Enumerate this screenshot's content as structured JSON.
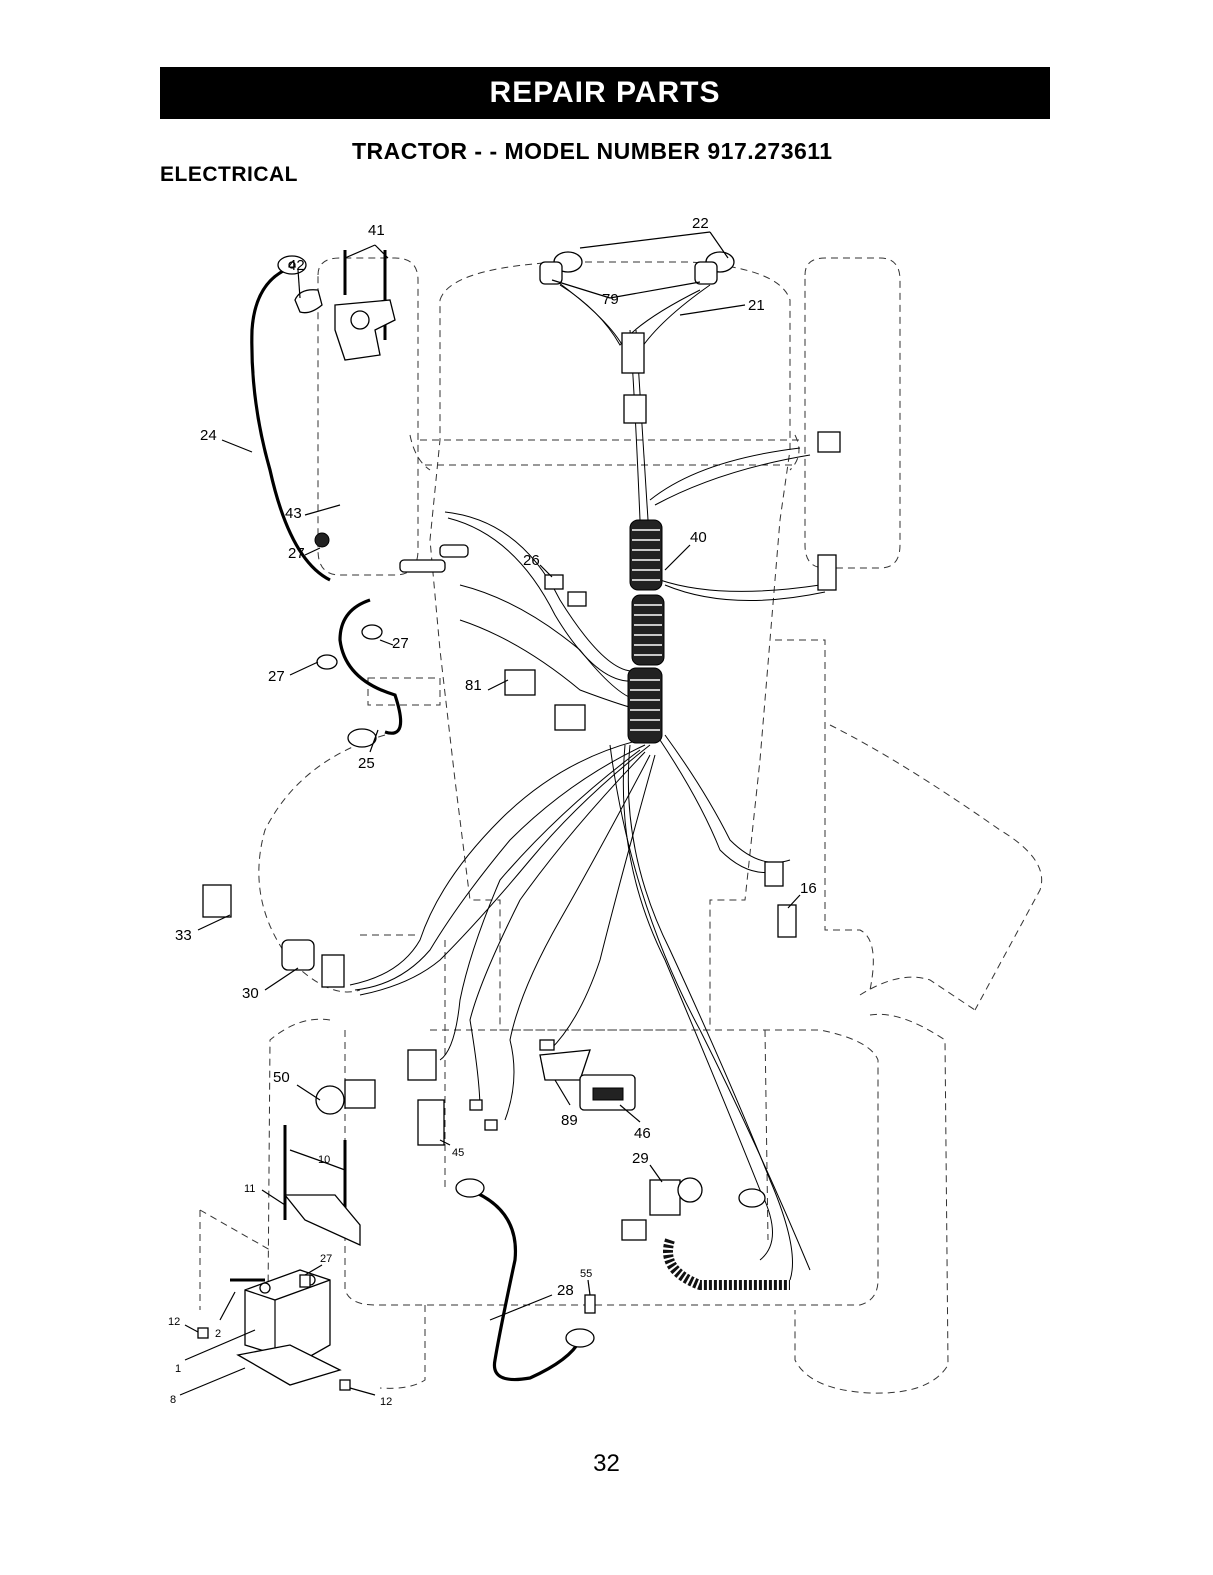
{
  "header": {
    "banner": "REPAIR PARTS",
    "title": "TRACTOR - - MODEL NUMBER 917.273611",
    "section": "ELECTRICAL"
  },
  "callouts": [
    "22",
    "79",
    "21",
    "24",
    "42",
    "41",
    "43",
    "27",
    "40",
    "26",
    "27",
    "27",
    "81",
    "25",
    "16",
    "33",
    "30",
    "50",
    "10",
    "11",
    "89",
    "46",
    "45",
    "29",
    "27",
    "55",
    "28",
    "12",
    "2",
    "1",
    "8",
    "12"
  ],
  "footer": {
    "page_number": "32"
  }
}
